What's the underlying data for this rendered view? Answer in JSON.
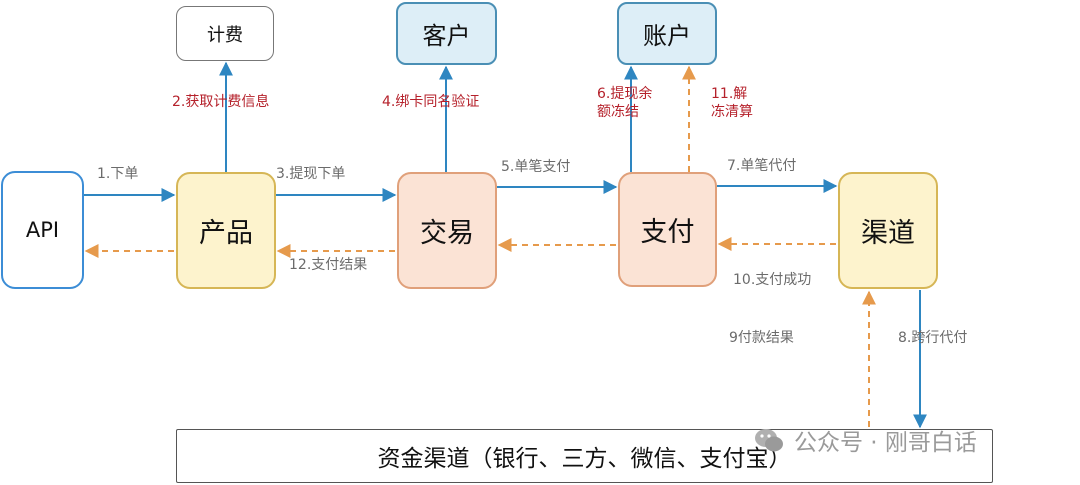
{
  "nodes": {
    "api": "API",
    "product": "产品",
    "trade": "交易",
    "payment": "支付",
    "channel": "渠道",
    "billing": "计费",
    "customer": "客户",
    "account": "账户",
    "fund_channel": "资金渠道（银行、三方、微信、支付宝）"
  },
  "edges": {
    "e1": "1.下单",
    "e2": "2.获取计费信息",
    "e3": "3.提现下单",
    "e4": "4.绑卡同名验证",
    "e5": "5.单笔支付",
    "e6": [
      "6.提现余",
      "额冻结"
    ],
    "e7": "7.单笔代付",
    "e8": "8.跨行代付",
    "e9": "9付款结果",
    "e10": "10.支付成功",
    "e11": [
      "11.解",
      "冻清算"
    ],
    "e12": "12.支付结果"
  },
  "watermark": "公众号 · 刚哥白话",
  "colors": {
    "request_arrow": "#2e86c1",
    "response_arrow": "#e69a4c",
    "label_gray": "#6b6b6b",
    "label_red": "#b5212b",
    "product_fill": "#fdf3cd",
    "product_border": "#d6b656",
    "trade_fill": "#fbe3d5",
    "trade_border": "#e0a07a",
    "service_fill": "#ddeef7",
    "service_border": "#4a8fb5",
    "api_border": "#3c8dd6"
  }
}
